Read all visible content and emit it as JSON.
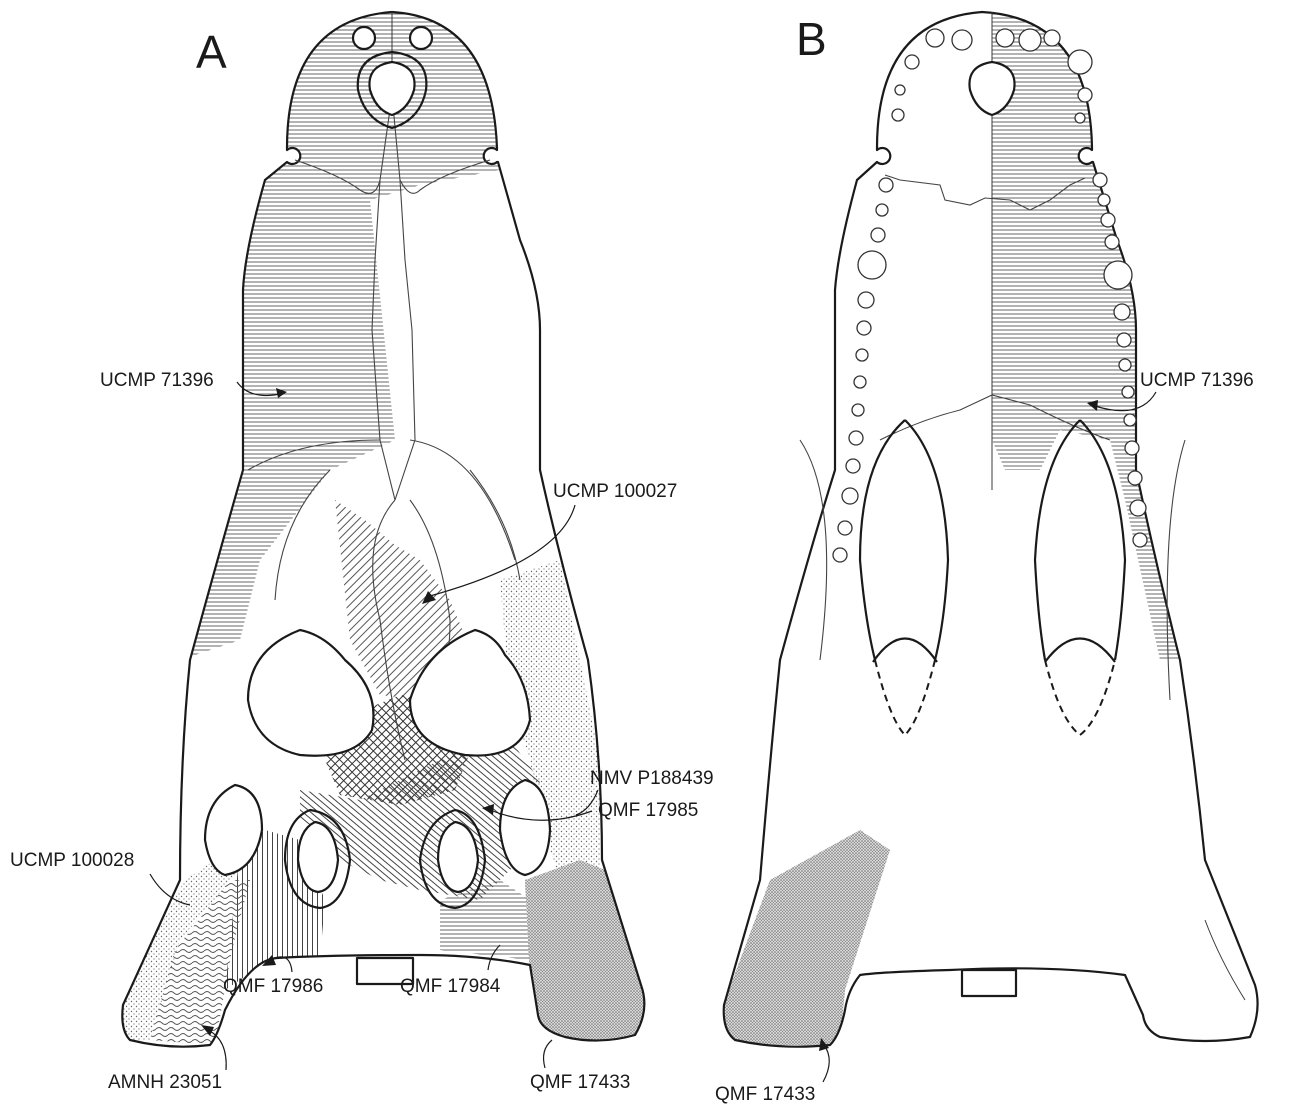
{
  "panels": [
    {
      "letter": "A"
    },
    {
      "letter": "B"
    }
  ],
  "labels_a": {
    "ucmp_71396": "UCMP 71396",
    "ucmp_100027": "UCMP 100027",
    "nmv_p188439": "NMV P188439",
    "qmf_17985": "QMF 17985",
    "ucmp_100028": "UCMP 100028",
    "qmf_17986": "QMF 17986",
    "qmf_17984": "QMF 17984",
    "amnh_23051": "AMNH 23051",
    "qmf_17433": "QMF 17433"
  },
  "labels_b": {
    "ucmp_71396": "UCMP 71396",
    "qmf_17433": "QMF 17433"
  }
}
